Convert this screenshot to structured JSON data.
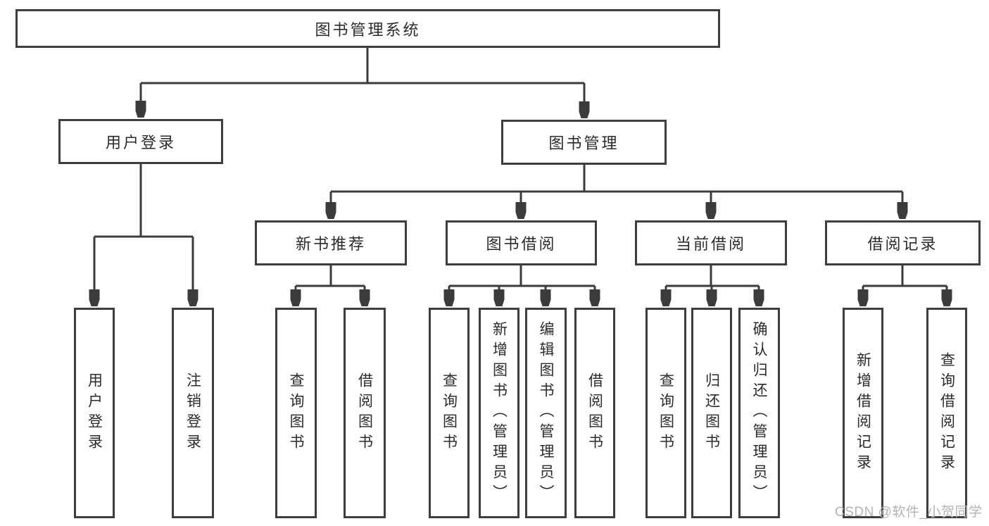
{
  "diagram": {
    "root": {
      "label": "图书管理系统"
    },
    "branches": [
      {
        "label": "用户登录",
        "children": [
          "用户登录",
          "注销登录"
        ]
      },
      {
        "label": "图书管理",
        "sections": [
          {
            "label": "新书推荐",
            "children": [
              "查询图书",
              "借阅图书"
            ]
          },
          {
            "label": "图书借阅",
            "children": [
              "查询图书",
              "新增图书（管理员）",
              "编辑图书（管理员）",
              "借阅图书"
            ]
          },
          {
            "label": "当前借阅",
            "children": [
              "查询图书",
              "归还图书",
              "确认归还（管理员）"
            ]
          },
          {
            "label": "借阅记录",
            "children": [
              "新增借阅记录",
              "查询借阅记录"
            ]
          }
        ]
      }
    ]
  },
  "watermark": {
    "text": "CSDN @软件_小贺同学"
  },
  "colors": {
    "line": "#3b3b3b",
    "border": "#3e3e3e",
    "text": "#2b2b2b",
    "watermark": "#b3b3b3",
    "background": "#ffffff"
  }
}
